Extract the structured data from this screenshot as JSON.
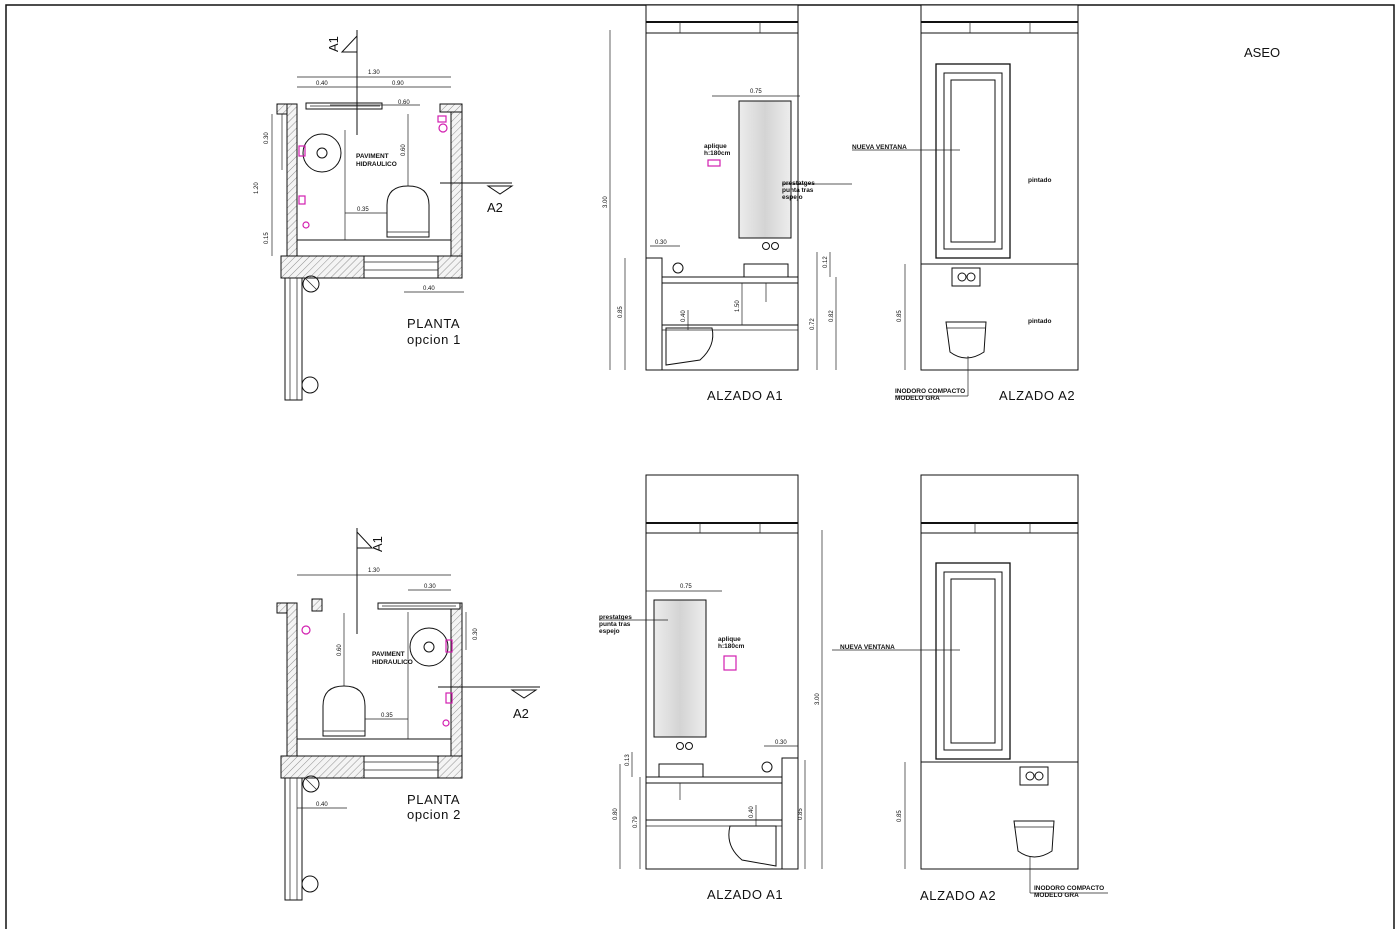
{
  "sheet_title": "ASEO",
  "views": {
    "plan_1_title": "PLANTA",
    "plan_1_subtitle": "opcion  1",
    "plan_2_title": "PLANTA",
    "plan_2_subtitle": "opcion  2",
    "alzado_a1_top": "ALZADO  A1",
    "alzado_a2_top": "ALZADO  A2",
    "alzado_a1_bottom": "ALZADO  A1",
    "alzado_a2_bottom": "ALZADO  A2"
  },
  "refs": {
    "a1": "A1",
    "a2": "A2"
  },
  "notes": {
    "pavement": "PAVIMENT",
    "pavement_2": "HIDRAULICO",
    "new_window": "NUEVA VENTANA",
    "mirror": "prestatges",
    "mirror_2": "punta tras",
    "mirror_3": "espejo",
    "sconce": "aplique",
    "sconce_2": "h:180cm",
    "painted": "pintado",
    "toilet": "INODORO COMPACTO",
    "toilet_2": "MODELO GRA"
  },
  "dims": {
    "d130": "1.30",
    "d040": "0.40",
    "d090": "0.90",
    "d060": "0.60",
    "d030": "0.30",
    "d120": "1.20",
    "d035": "0.35",
    "d015": "0.15",
    "d075": "0.75",
    "d300": "3.00",
    "d085": "0.85",
    "d012": "0.12",
    "d072": "0.72",
    "d082": "0.82",
    "d150": "1.50",
    "d079": "0.79",
    "d013": "0.13",
    "d090b": "0.90",
    "d080": "0.80"
  }
}
